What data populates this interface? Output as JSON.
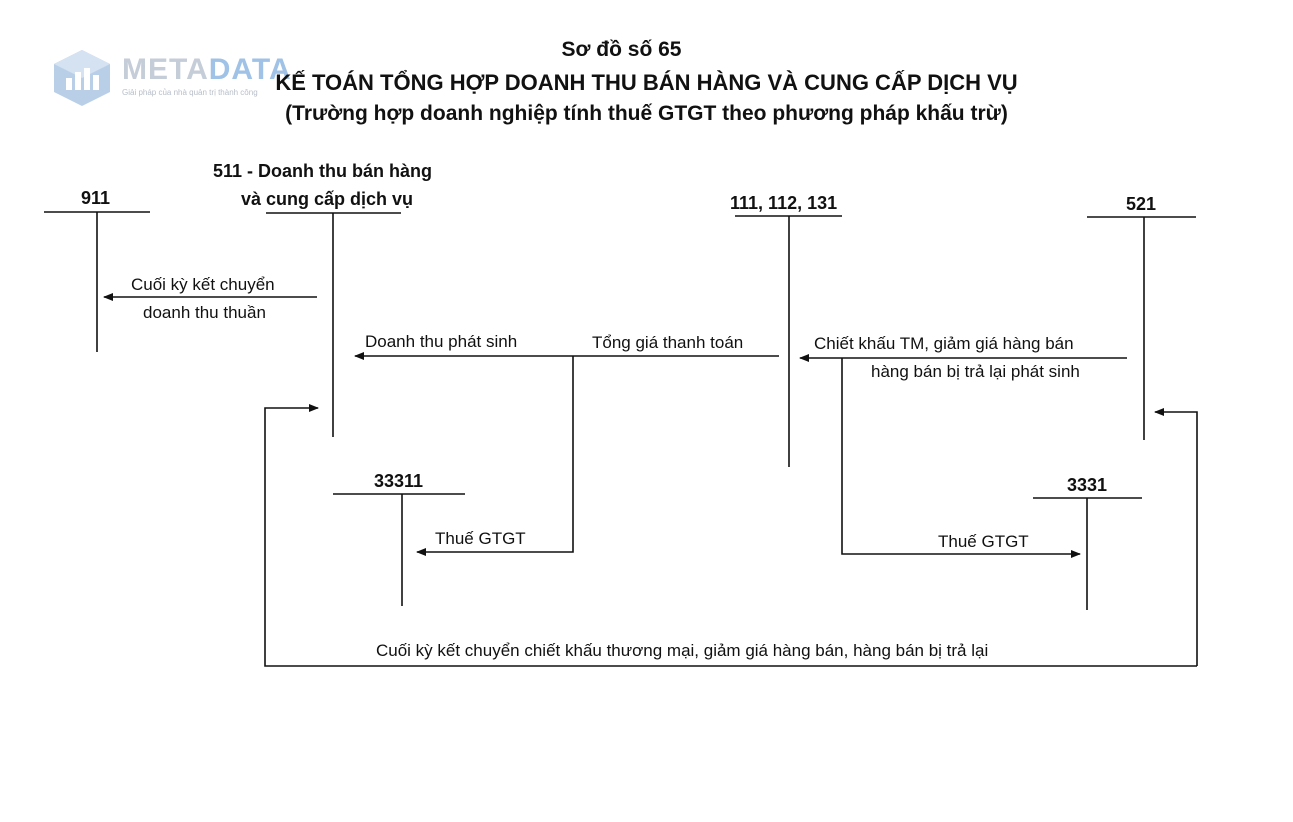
{
  "watermark": {
    "name_part1": "META",
    "name_part2": "DATA",
    "tagline": "Giải pháp của nhà quản trị thành công",
    "icon": "bar-chart-cube-icon"
  },
  "title": {
    "line1": "Sơ đồ số 65",
    "line2": "KẾ TOÁN TỔNG HỢP DOANH THU BÁN HÀNG VÀ CUNG CẤP DỊCH VỤ",
    "line3": "(Trường hợp doanh nghiệp tính thuế GTGT theo phương pháp khấu trừ)"
  },
  "accounts": {
    "a911": "911",
    "a511_line1": "511 - Doanh thu bán hàng",
    "a511_line2": "và cung cấp dịch vụ",
    "a111": "111, 112, 131",
    "a521": "521",
    "a33311": "33311",
    "a3331": "3331"
  },
  "labels": {
    "ket_chuyen_1": "Cuối kỳ kết chuyển",
    "ket_chuyen_2": "doanh thu thuần",
    "doanh_thu_phat_sinh": "Doanh thu phát sinh",
    "tong_gia": "Tổng giá thanh toán",
    "chiet_khau_1": "Chiết khấu TM, giảm giá hàng bán",
    "chiet_khau_2": "hàng bán bị trả lại phát sinh",
    "thue_gtgt_left": "Thuế GTGT",
    "thue_gtgt_right": "Thuế GTGT",
    "bottom": "Cuối kỳ kết chuyển chiết khấu thương mại, giảm giá hàng bán, hàng bán bị trả lại"
  },
  "colors": {
    "ink": "#111111",
    "watermark_gray": "#c5cdd8",
    "watermark_blue": "#9fc2e6"
  }
}
